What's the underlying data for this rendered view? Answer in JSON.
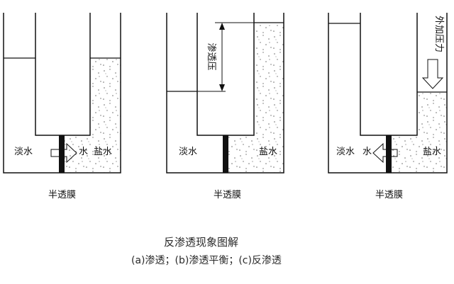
{
  "panels": [
    {
      "id": "a",
      "fresh_label": "淡水",
      "water_label": "水",
      "salt_label": "盐水",
      "membrane_label": "半透膜"
    },
    {
      "id": "b",
      "fresh_label": "淡水",
      "salt_label": "盐水",
      "membrane_label": "半透膜",
      "pressure_label": "渗透压"
    },
    {
      "id": "c",
      "fresh_label": "淡水",
      "water_label": "水",
      "salt_label": "盐水",
      "membrane_label": "半透膜",
      "pressure_label": "外加压力"
    }
  ],
  "caption": {
    "title": "反渗透现象图解",
    "subtitle": "(a)渗透；(b)渗透平衡；(c)反渗透"
  },
  "colors": {
    "line": "#111111",
    "speckle": "#6a6a6a",
    "caption": "#2a2a2a"
  },
  "icons": {
    "flow_arrow": "hollow-arrow",
    "pressure_arrow": "hollow-down-arrow"
  }
}
